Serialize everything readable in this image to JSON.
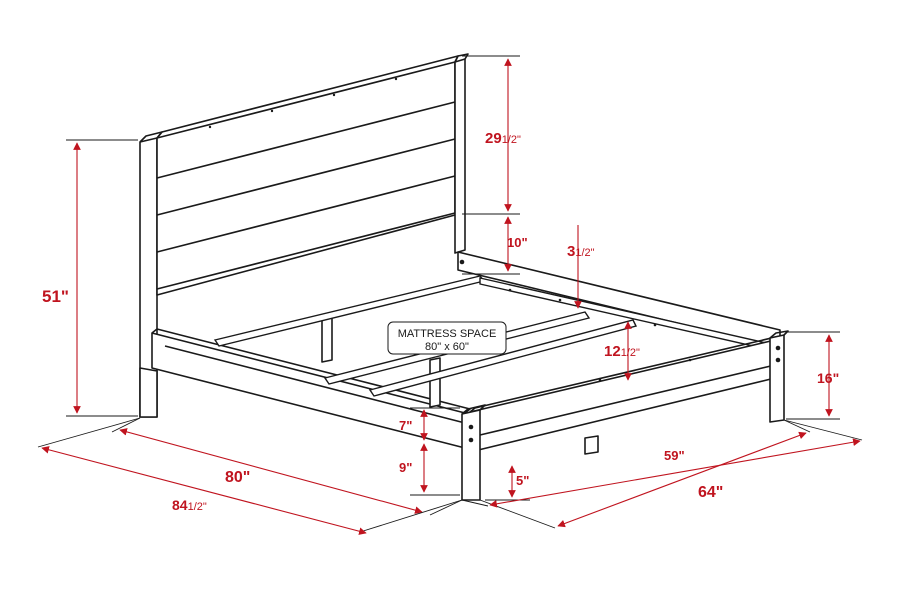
{
  "labels": {
    "mattress_title": "MATTRESS SPACE",
    "mattress_size": "80\" x 60\""
  },
  "dimensions": {
    "total_height": {
      "whole": "51\"",
      "frac": ""
    },
    "headboard_panel": {
      "whole": "29",
      "frac": "1/2\""
    },
    "headboard_gap": {
      "whole": "10\"",
      "frac": ""
    },
    "slat_drop": {
      "whole": "3",
      "frac": "1/2\""
    },
    "rail_height": {
      "whole": "12",
      "frac": "1/2\""
    },
    "footboard_height": {
      "whole": "16\"",
      "frac": ""
    },
    "side_rail": {
      "whole": "7\"",
      "frac": ""
    },
    "clearance": {
      "whole": "9\"",
      "frac": ""
    },
    "leg": {
      "whole": "5\"",
      "frac": ""
    },
    "inner_length": {
      "whole": "80\"",
      "frac": ""
    },
    "overall_length": {
      "whole": "84",
      "frac": "1/2\""
    },
    "inner_width": {
      "whole": "59\"",
      "frac": ""
    },
    "overall_width": {
      "whole": "64\"",
      "frac": ""
    }
  },
  "colors": {
    "dimension": "#c0141f",
    "outline": "#1a1a1a",
    "background": "#ffffff"
  }
}
